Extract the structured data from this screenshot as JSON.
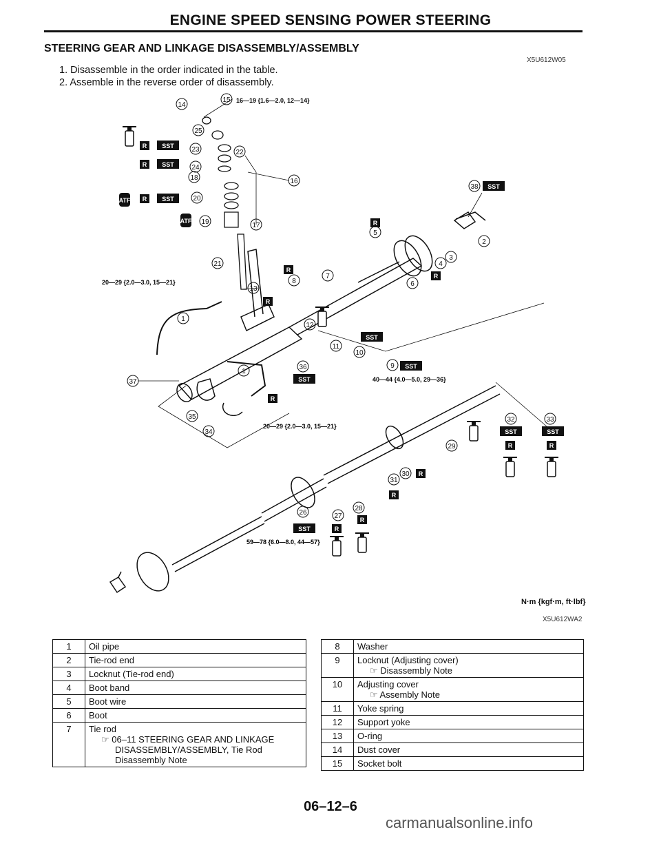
{
  "header": {
    "title": "ENGINE SPEED SENSING POWER STEERING"
  },
  "section": {
    "title": "STEERING GEAR AND LINKAGE DISASSEMBLY/ASSEMBLY",
    "code": "X5U612W05"
  },
  "steps": [
    "1. Disassemble in the order indicated in the table.",
    "2. Assemble in the reverse order of disassembly."
  ],
  "diagram": {
    "fig_code": "X5U612WA2",
    "torque_unit": "N·m {kgf·m, ft·lbf}",
    "torque_specs": {
      "t15": "16—19 {1.6—2.0, 12—14}",
      "t13": "20—29 {2.0—3.0, 15—21}",
      "t9": "40—44 {4.0—5.0, 29—36}",
      "t1": "20—29 {2.0—3.0, 15—21}",
      "t26": "59—78 {6.0—8.0, 44—57}"
    },
    "tags": {
      "r": "R",
      "sst": "SST",
      "atf": "ATF"
    },
    "callouts": [
      "1",
      "2",
      "3",
      "4",
      "5",
      "6",
      "7",
      "8",
      "9",
      "10",
      "11",
      "12",
      "13",
      "14",
      "15",
      "16",
      "17",
      "18",
      "19",
      "20",
      "21",
      "22",
      "23",
      "24",
      "25",
      "26",
      "27",
      "28",
      "29",
      "30",
      "31",
      "32",
      "33",
      "34",
      "35",
      "36",
      "37",
      "38"
    ]
  },
  "table_left": [
    {
      "num": "1",
      "text": "Oil pipe"
    },
    {
      "num": "2",
      "text": "Tie-rod end"
    },
    {
      "num": "3",
      "text": "Locknut (Tie-rod end)"
    },
    {
      "num": "4",
      "text": "Boot band"
    },
    {
      "num": "5",
      "text": "Boot wire"
    },
    {
      "num": "6",
      "text": "Boot"
    },
    {
      "num": "7",
      "text": "Tie rod",
      "note": "☞ 06–11 STEERING GEAR AND LINKAGE",
      "note2": "DISASSEMBLY/ASSEMBLY, Tie Rod",
      "note3": "Disassembly Note"
    }
  ],
  "table_right": [
    {
      "num": "8",
      "text": "Washer"
    },
    {
      "num": "9",
      "text": "Locknut (Adjusting cover)",
      "note": "☞ Disassembly Note"
    },
    {
      "num": "10",
      "text": "Adjusting cover",
      "note": "☞ Assembly Note"
    },
    {
      "num": "11",
      "text": "Yoke spring"
    },
    {
      "num": "12",
      "text": "Support yoke"
    },
    {
      "num": "13",
      "text": "O-ring"
    },
    {
      "num": "14",
      "text": "Dust cover"
    },
    {
      "num": "15",
      "text": "Socket bolt"
    }
  ],
  "footer": {
    "page_number": "06–12–6",
    "watermark": "carmanualsonline.info"
  }
}
